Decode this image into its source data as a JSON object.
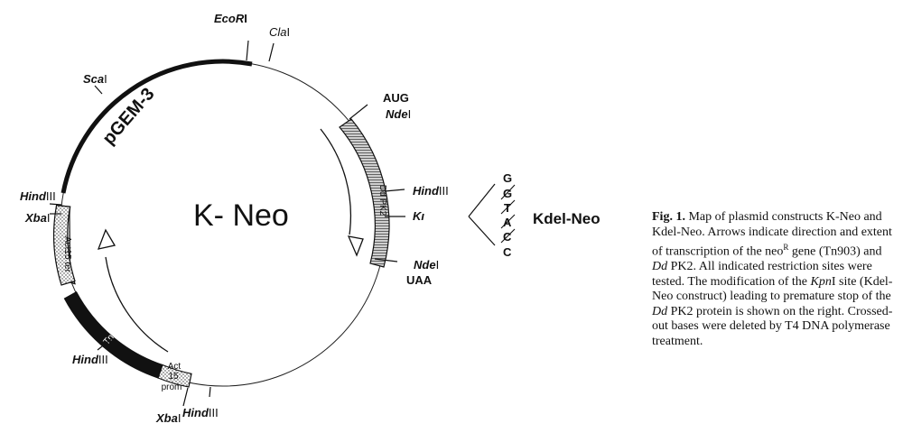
{
  "plasmid": {
    "title": "K- Neo",
    "segments": {
      "pgem": "pGEM-3",
      "act15_ter": "Act15 ter",
      "tn903": "Tn903",
      "act15_prom_1": "Act",
      "act15_prom_2": "15",
      "act15_prom_3": "prom",
      "dd_pk2": "Dd PK2"
    },
    "sites": {
      "ecori": "EcoRI",
      "clai": "ClaI",
      "scai": "ScaI",
      "hindiii_left": "HindIII",
      "xbai_left": "XbaI",
      "hindiii_tn903": "HindIII",
      "xbai_bottom": "XbaI",
      "hindiii_bottom": "HindIII",
      "aug": "AUG",
      "ndei_top": "NdeI",
      "hindiii_right": "HindIII",
      "kpni_trunc": "Kı",
      "ndei_bottom": "NdeI",
      "uaa": "UAA"
    }
  },
  "modification": {
    "label": "Kdel-Neo",
    "bases": [
      "G",
      "G",
      "T",
      "A",
      "C",
      "C"
    ]
  },
  "caption": {
    "figure": "Fig. 1.",
    "text_1": "Map of plasmid constructs K-Neo and Kdel-Neo. Arrows indicate direction and extent of transcription of the neo",
    "superscript": "R",
    "text_2": "gene (Tn903) and",
    "dd_1": "Dd",
    "text_3": "PK2. All indicated restriction sites were tested. The modification of the",
    "kpn": "Kpn",
    "text_4": "I site (Kdel-Neo construct) leading to premature stop of the",
    "dd_2": "Dd",
    "text_5": "PK2 protein is shown on the right. Crossed-out bases were deleted by T4 DNA polymerase treatment."
  }
}
